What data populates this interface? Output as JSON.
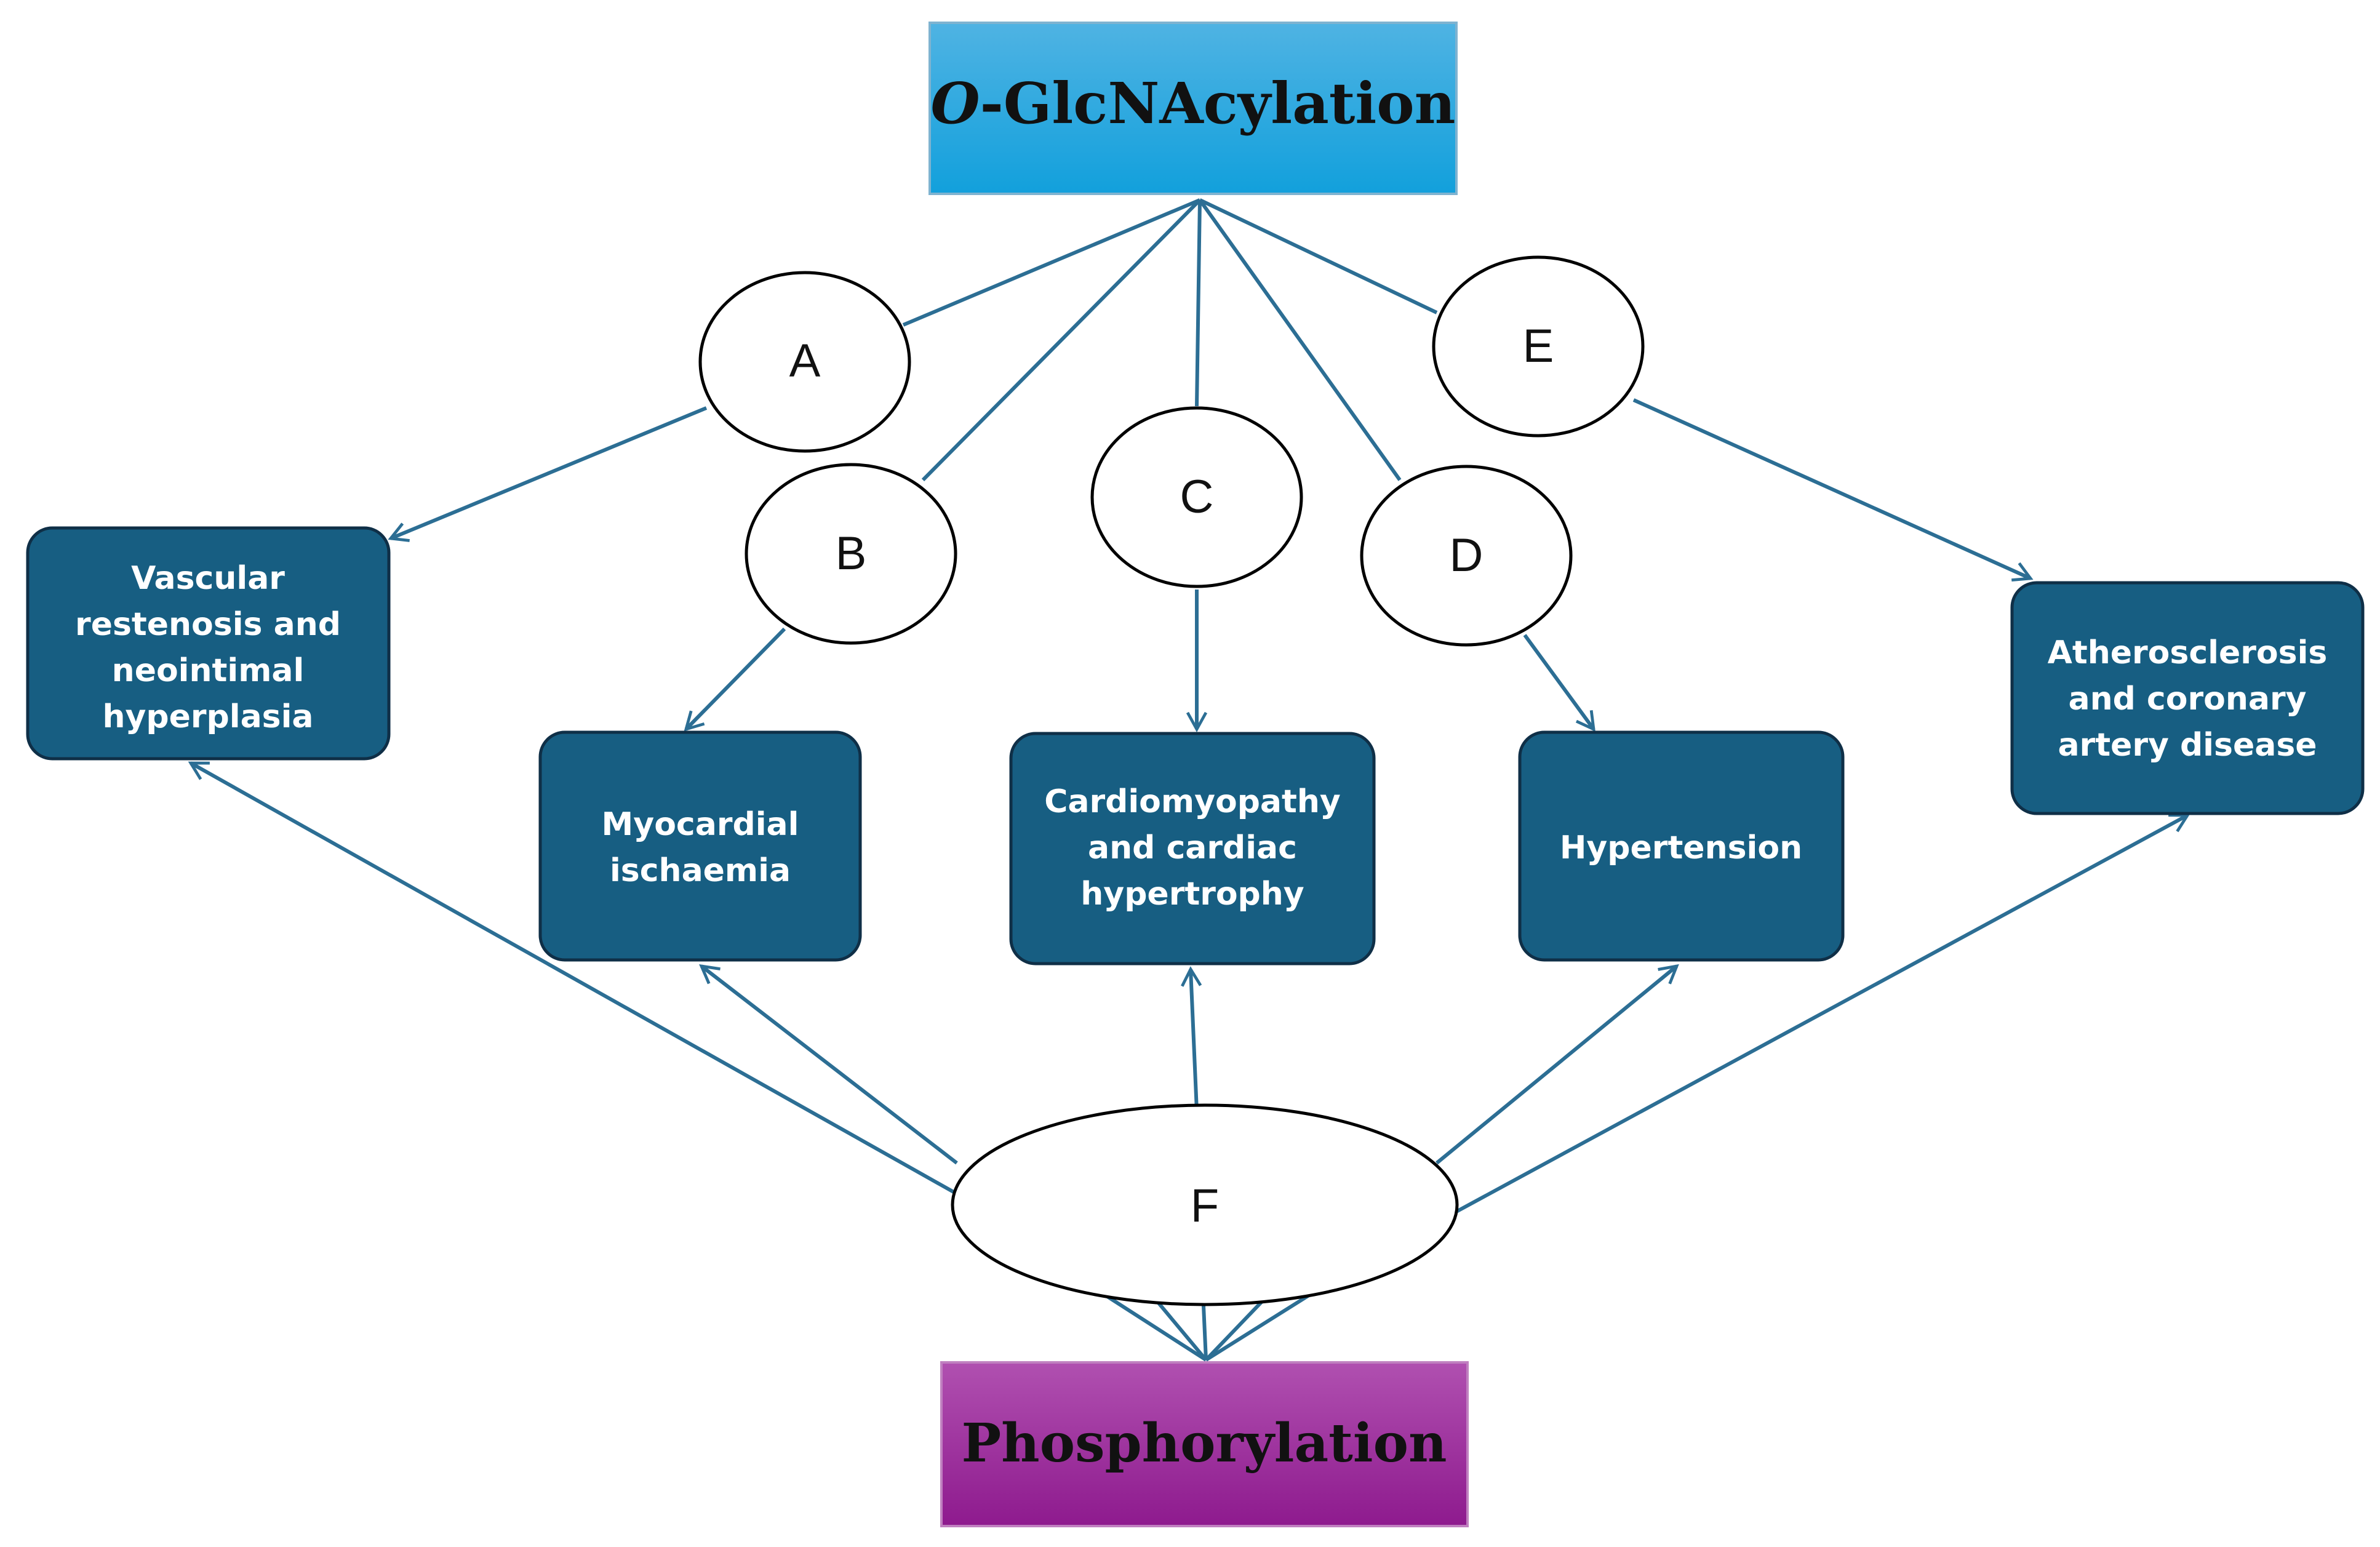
{
  "top_node": {
    "prefix": "O",
    "suffix": "-GlcNAcylation",
    "color_light": "#4fb3e3",
    "color_dark": "#12a0dc"
  },
  "bottom_node": {
    "label": "Phosphorylation",
    "color_light": "#b050b0",
    "color_dark": "#8e1a8e"
  },
  "intermediate_nodes": [
    {
      "label": "A"
    },
    {
      "label": "B"
    },
    {
      "label": "C"
    },
    {
      "label": "D"
    },
    {
      "label": "E"
    }
  ],
  "phospho_node": {
    "label": "F"
  },
  "diseases": [
    {
      "lines": [
        "Vascular",
        "restenosis and",
        "neointimal",
        "hyperplasia"
      ]
    },
    {
      "lines": [
        "Myocardial",
        "ischaemia"
      ]
    },
    {
      "lines": [
        "Cardiomyopathy",
        "and cardiac",
        "hypertrophy"
      ]
    },
    {
      "lines": [
        "Hypertension"
      ]
    },
    {
      "lines": [
        "Atherosclerosis",
        "and coronary",
        "artery disease"
      ]
    }
  ],
  "colors": {
    "disease_box": "#175e82",
    "edge": "#2c6e94"
  }
}
